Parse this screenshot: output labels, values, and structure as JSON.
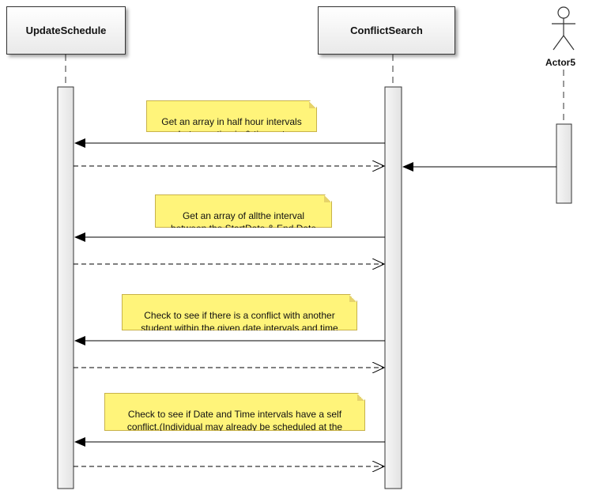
{
  "lifelines": {
    "update_schedule": "UpdateSchedule",
    "conflict_search": "ConflictSearch",
    "actor": "Actor5"
  },
  "notes": [
    "Get an array in half hour intervals\nbetween timein & timeout",
    "Get an array of allthe interval\nbetween the StartDate & End Date",
    "Check to see if there is a conflict with another\nstudent within the given date intervals and time\nintervals",
    "Check to see if Date and Time intervals have a self\nconflict.(Individual may already be scheduled at the\ngiven date and time."
  ]
}
